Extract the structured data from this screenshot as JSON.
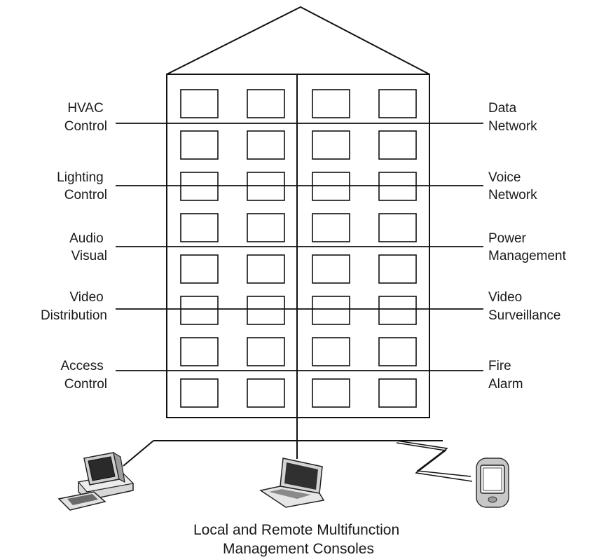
{
  "left_labels": [
    {
      "line1": "HVAC",
      "line2": "Control"
    },
    {
      "line1": "Lighting",
      "line2": "Control"
    },
    {
      "line1": "Audio",
      "line2": "Visual"
    },
    {
      "line1": "Video",
      "line2": "Distribution"
    },
    {
      "line1": "Access",
      "line2": "Control"
    }
  ],
  "right_labels": [
    {
      "line1": "Data",
      "line2": "Network"
    },
    {
      "line1": "Voice",
      "line2": "Network"
    },
    {
      "line1": "Power",
      "line2": "Management"
    },
    {
      "line1": "Video",
      "line2": "Surveillance"
    },
    {
      "line1": "Fire",
      "line2": "Alarm"
    }
  ],
  "caption": {
    "line1": "Local and Remote Multifunction",
    "line2": "Management Consoles"
  },
  "devices": {
    "desktop": "desktop-computer-icon",
    "laptop": "laptop-icon",
    "handheld": "handheld-device-icon"
  }
}
